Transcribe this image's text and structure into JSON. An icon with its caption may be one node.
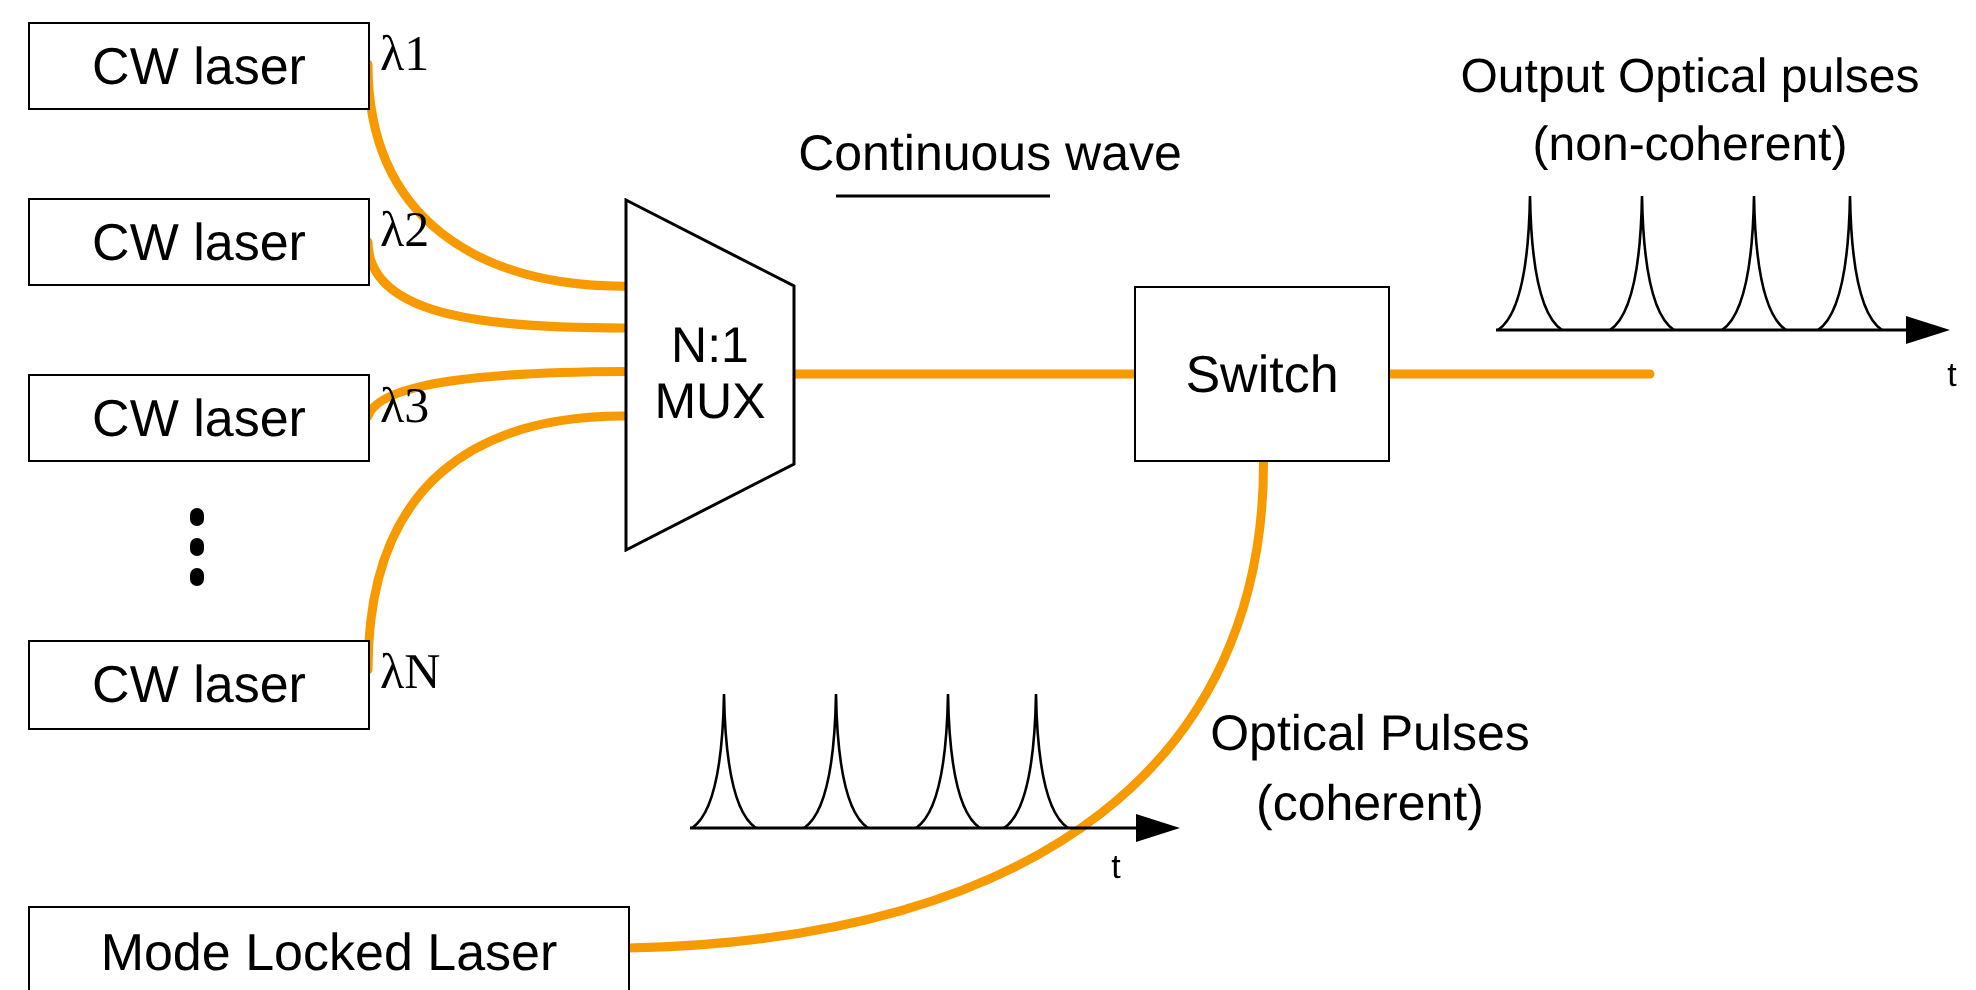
{
  "diagram": {
    "nodes": [
      {
        "text": [
          "CW laser"
        ],
        "beside": [
          "λ1"
        ]
      },
      {
        "text": [
          "CW laser"
        ],
        "beside": [
          "λ2"
        ]
      },
      {
        "text": [
          "CW laser"
        ],
        "beside": [
          "λ3"
        ]
      },
      {
        "text": [
          "CW laser"
        ],
        "beside": [
          "λN"
        ]
      },
      {
        "text": [
          "N:1 MUX"
        ]
      },
      {
        "text": [
          "Switch"
        ]
      },
      {
        "text": [
          "Mode Locked Laser"
        ]
      }
    ],
    "edges": [
      {
        "from": 0,
        "to": 4,
        "arrow": "none"
      },
      {
        "from": 1,
        "to": 4,
        "arrow": "none"
      },
      {
        "from": 2,
        "to": 4,
        "arrow": "none"
      },
      {
        "from": 3,
        "to": 4,
        "arrow": "none"
      },
      {
        "from": 4,
        "to": 5,
        "arrow": "none"
      },
      {
        "from": 5,
        "to": null,
        "arrow": "none"
      },
      {
        "from": 6,
        "to": 5,
        "arrow": "none"
      }
    ],
    "labels": [
      "Continuous wave",
      "Output Optical pulses (non-coherent)",
      "t",
      "Optical Pulses (coherent)",
      "t"
    ]
  }
}
